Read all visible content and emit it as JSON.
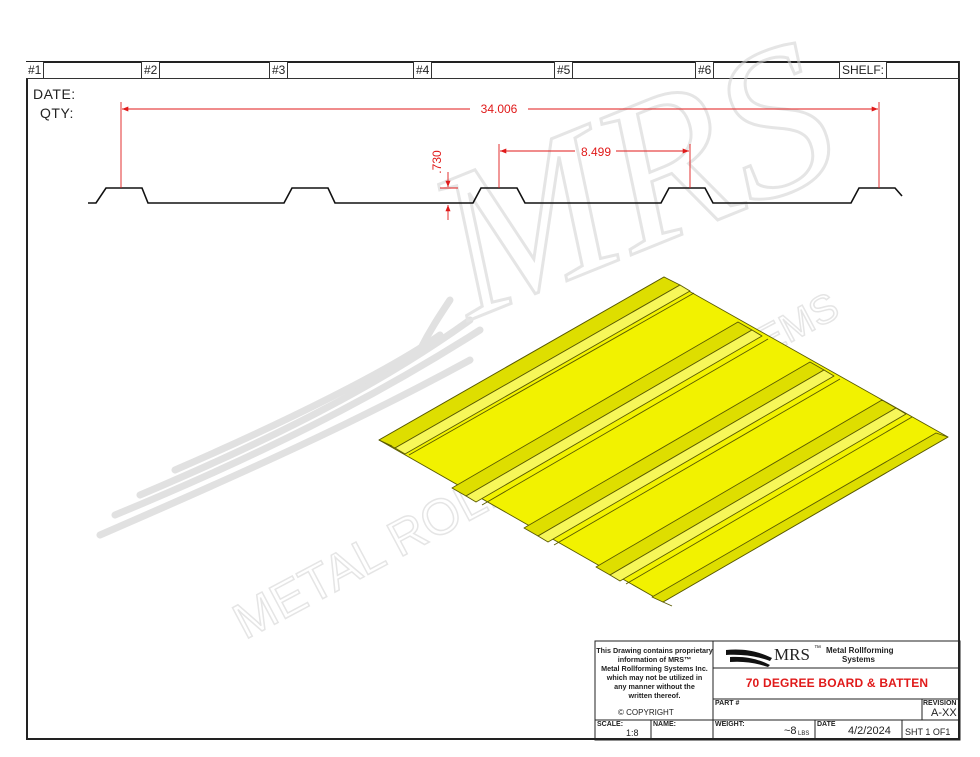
{
  "header": {
    "cols": [
      "#1",
      "#2",
      "#3",
      "#4",
      "#5",
      "#6",
      "SHELF:"
    ]
  },
  "fields": {
    "date_label": "DATE:",
    "qty_label": "QTY:"
  },
  "dimensions": {
    "overall": "34.006",
    "pitch": "8.499",
    "height": ".730"
  },
  "watermark": {
    "logo_text": "MRS",
    "line1": "METAL ROLL",
    "line2": "STEMS"
  },
  "title_block": {
    "notice": [
      "This Drawing contains proprietary",
      "information of MRS™",
      "Metal Rollforming Systems Inc.",
      "which may not be utilized in",
      "any manner without the",
      "written thereof."
    ],
    "copyright": "COPYRIGHT",
    "logo": "MRS",
    "logo_mark": "™",
    "company_line1": "Metal Rollforming",
    "company_line2": "Systems",
    "part_name": "70 DEGREE BOARD & BATTEN",
    "part_label": "PART #",
    "revision_label": "REVISION",
    "revision": "A-XX",
    "scale_label": "SCALE:",
    "scale": "1:8",
    "name_label": "NAME:",
    "weight_label": "WEIGHT:",
    "weight": "~8",
    "weight_unit": "LBS",
    "date_label": "DATE",
    "date": "4/2/2024",
    "sheet": "SHT 1 OF1"
  },
  "colors": {
    "accent": "#e01a1a",
    "panel": "#f2f200",
    "panel_edge": "#6b6b00"
  }
}
